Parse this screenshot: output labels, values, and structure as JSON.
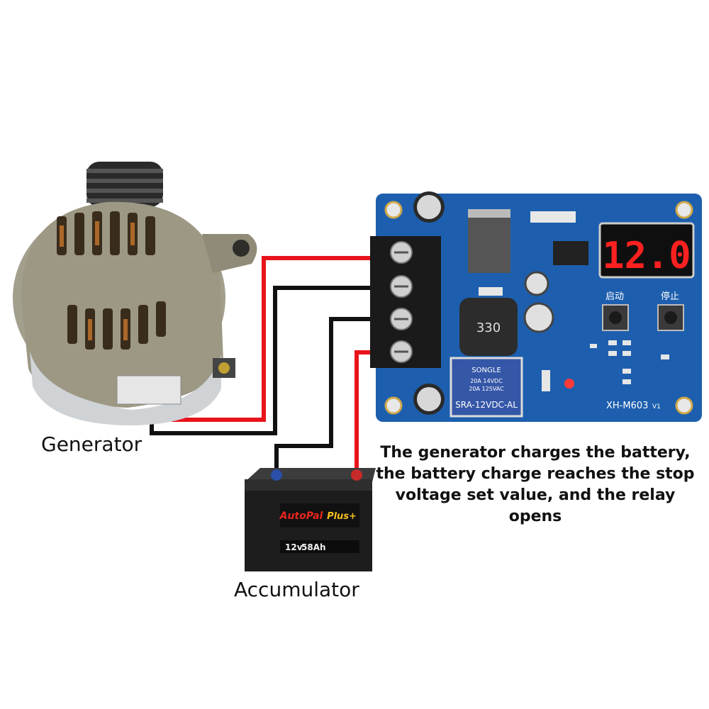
{
  "labels": {
    "generator": "Generator",
    "accumulator": "Accumulator"
  },
  "caption_lines": [
    "The generator charges the battery,",
    "the battery charge reaches the stop",
    "voltage set value, and the relay",
    "opens"
  ],
  "board": {
    "display_value": "12.0",
    "button_start_label": "启动",
    "button_stop_label": "停止",
    "model": "XH-M603",
    "version": "V1",
    "inductor_code": "330",
    "relay_brand": "SONGLE",
    "relay_model": "SRA-12VDC-AL",
    "relay_spec_1": "20A 14VDC",
    "relay_spec_2": "20A 125VAC"
  },
  "battery": {
    "brand": "AutoPal",
    "brand2": "Plus+",
    "spec_voltage": "12v",
    "spec_capacity": "58Ah"
  },
  "colors": {
    "board_blue": "#1d5fae",
    "wire_red": "#e8131b",
    "wire_black": "#111111",
    "display_red": "#ff2020"
  }
}
